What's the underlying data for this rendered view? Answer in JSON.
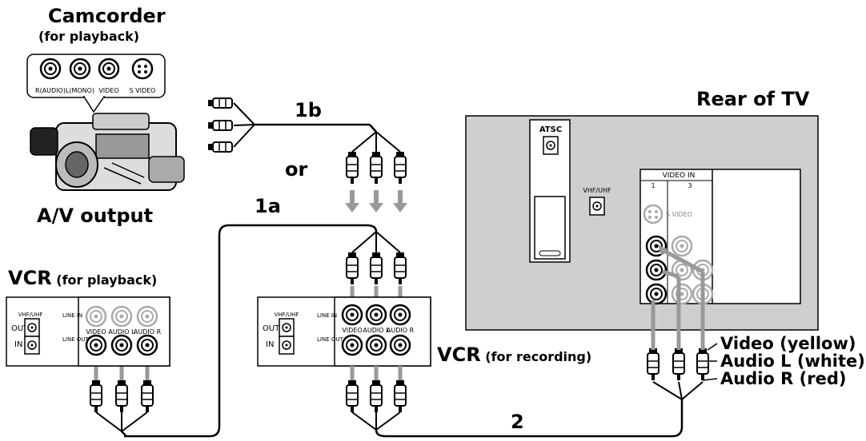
{
  "camcorder": {
    "title": "Camcorder",
    "subtitle": "(for playback)",
    "output_label": "A/V output",
    "jack_labels": [
      "R(AUDIO)",
      "L(MONO)",
      "VIDEO",
      "S VIDEO"
    ]
  },
  "vcr_playback": {
    "title": "VCR",
    "subtitle": "(for playback)",
    "vhf_uhf": "VHF/UHF",
    "out": "OUT",
    "in": "IN",
    "line_in": "LINE IN",
    "line_out": "LINE OUT",
    "jack_labels": [
      "VIDEO",
      "AUDIO L",
      "AUDIO R"
    ]
  },
  "vcr_recording": {
    "title": "VCR",
    "subtitle": "(for recording)",
    "vhf_uhf": "VHF/UHF",
    "out": "OUT",
    "in": "IN",
    "line_in": "LINE IN",
    "line_out": "LINE OUT",
    "jack_labels": [
      "VIDEO",
      "AUDIO L",
      "AUDIO R"
    ]
  },
  "tv": {
    "title": "Rear of TV",
    "atsc": "ATSC",
    "vhf_uhf": "VHF/UHF",
    "video_in": "VIDEO IN",
    "video_in_cols": [
      "1",
      "3"
    ],
    "s_video": "S VIDEO"
  },
  "connections": {
    "label_1b": "1b",
    "label_or": "or",
    "label_1a": "1a",
    "label_2": "2"
  },
  "cable_legend": {
    "video": "Video (yellow)",
    "audio_l": "Audio L (white)",
    "audio_r": "Audio R (red)"
  }
}
